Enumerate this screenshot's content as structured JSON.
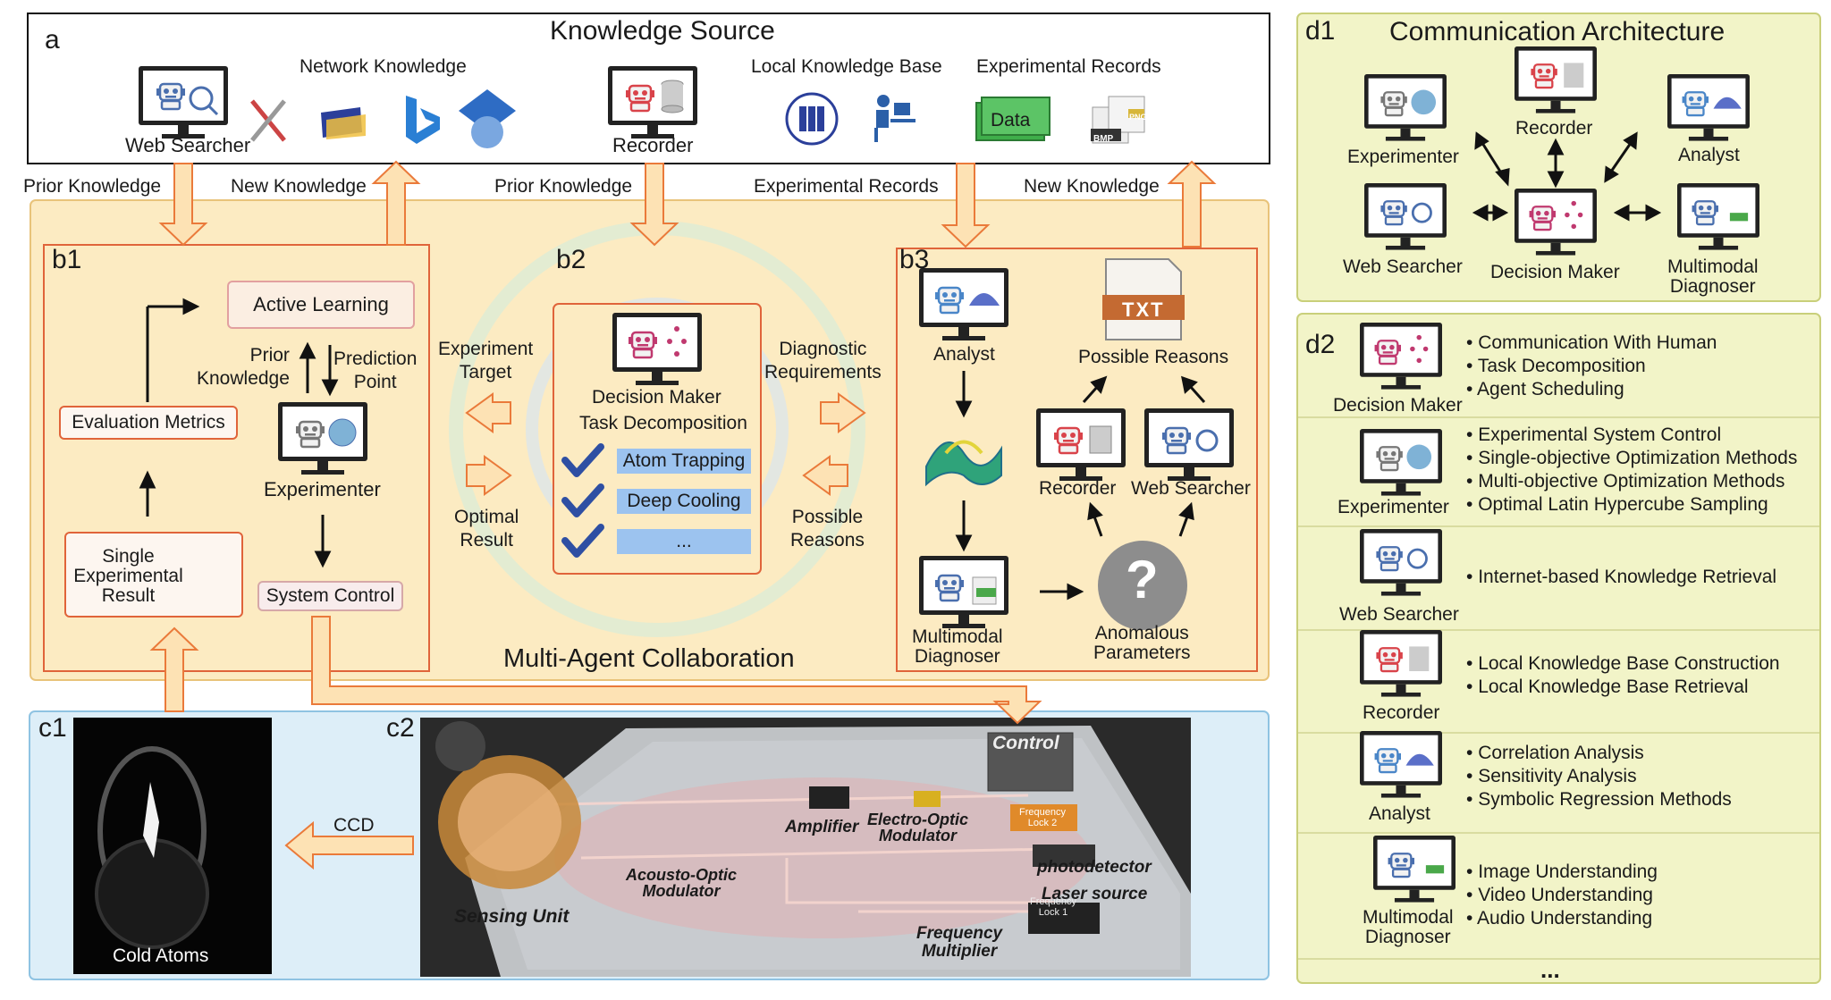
{
  "panel_labels": {
    "a": "a",
    "b1": "b1",
    "b2": "b2",
    "b3": "b3",
    "c1": "c1",
    "c2": "c2",
    "d1": "d1",
    "d2": "d2"
  },
  "knowledge_source": {
    "title": "Knowledge Source",
    "web_searcher": "Web Searcher",
    "network_knowledge": "Network Knowledge",
    "recorder": "Recorder",
    "local_kb": "Local Knowledge Base",
    "experimental_records": "Experimental Records",
    "data_icon_text": "Data",
    "bmp_text": "BMP",
    "png_text": "PNG"
  },
  "flows": {
    "prior_knowledge_1": "Prior Knowledge",
    "new_knowledge_1": "New Knowledge",
    "prior_knowledge_2": "Prior Knowledge",
    "experimental_records": "Experimental Records",
    "new_knowledge_2": "New Knowledge"
  },
  "b1": {
    "active_learning": "Active Learning",
    "prior_knowledge": "Prior\nKnowledge",
    "prediction_point": "Prediction\nPoint",
    "evaluation_metrics": "Evaluation Metrics",
    "experimenter": "Experimenter",
    "single_result": "Single\nExperimental\nResult",
    "system_control": "System Control"
  },
  "b2": {
    "experiment_target": "Experiment\nTarget",
    "optimal_result": "Optimal\nResult",
    "decision_maker": "Decision Maker",
    "task_decomposition": "Task Decomposition",
    "tasks": [
      "Atom Trapping",
      "Deep Cooling",
      "..."
    ],
    "diagnostic_requirements": "Diagnostic\nRequirements",
    "possible_reasons": "Possible\nReasons"
  },
  "b3": {
    "analyst": "Analyst",
    "txt": "TXT",
    "possible_reasons": "Possible Reasons",
    "recorder": "Recorder",
    "web_searcher": "Web Searcher",
    "multimodal_diagnoser": "Multimodal\nDiagnoser",
    "anomalous_parameters": "Anomalous\nParameters",
    "question_mark": "?"
  },
  "collab_title": "Multi-Agent Collaboration",
  "c1": {
    "ccd": "CCD",
    "cold_atoms": "Cold Atoms"
  },
  "c2": {
    "control": "Control",
    "amplifier": "Amplifier",
    "eom": "Electro-Optic\nModulator",
    "aom": "Acousto-Optic\nModulator",
    "sensing_unit": "Sensing Unit",
    "photodetector": "photodetector",
    "laser_source": "Laser source",
    "frequency_lock1": "Frequency\nLock 1",
    "frequency_lock2": "Frequency\nLock 2",
    "frequency_multiplier": "Frequency\nMultiplier"
  },
  "d1": {
    "title": "Communication Architecture",
    "experimenter": "Experimenter",
    "recorder": "Recorder",
    "analyst": "Analyst",
    "web_searcher": "Web Searcher",
    "decision_maker": "Decision Maker",
    "multimodal_diagnoser": "Multimodal\nDiagnoser"
  },
  "d2": {
    "rows": [
      {
        "agent": "Decision Maker",
        "items": [
          "Communication With Human",
          "Task Decomposition",
          "Agent Scheduling"
        ]
      },
      {
        "agent": "Experimenter",
        "items": [
          "Experimental System Control",
          "Single-objective Optimization Methods",
          "Multi-objective Optimization Methods",
          "Optimal Latin Hypercube Sampling"
        ]
      },
      {
        "agent": "Web Searcher",
        "items": [
          "Internet-based Knowledge Retrieval"
        ]
      },
      {
        "agent": "Recorder",
        "items": [
          "Local Knowledge Base Construction",
          "Local Knowledge Base Retrieval"
        ]
      },
      {
        "agent": "Analyst",
        "items": [
          "Correlation Analysis",
          "Sensitivity Analysis",
          "Symbolic Regression Methods"
        ]
      },
      {
        "agent": "Multimodal\nDiagnoser",
        "items": [
          "Image Understanding",
          "Video Understanding",
          "Audio Understanding"
        ]
      }
    ],
    "ellipsis": "..."
  },
  "colors": {
    "panel_yellow": "#fcebc2",
    "panel_yellow_border": "#e8c37a",
    "inner_orange_border": "#e0643a",
    "d_panel": "#f2f4c8",
    "d_border": "#c9cf7a",
    "c_panel": "#ddeef8",
    "c_border": "#8fc3e2",
    "arrow_fill": "#fde2b4",
    "arrow_stroke": "#ea7a3a",
    "check_blue": "#2e4fa3",
    "task_blue": "#9cc3ef"
  }
}
